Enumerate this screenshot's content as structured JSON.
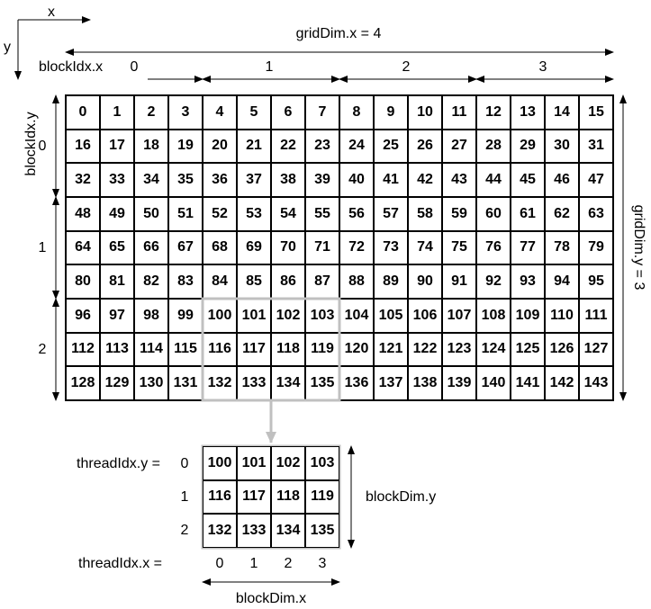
{
  "axes": {
    "x_label": "x",
    "y_label": "y"
  },
  "grid_dim_x_label": "gridDim.x = 4",
  "grid_dim_y_label": "gridDim.y = 3",
  "block_idx_x_label": "blockIdx.x",
  "block_idx_y_label": "blockIdx.y",
  "block_idx_x_values": [
    "0",
    "1",
    "2",
    "3"
  ],
  "block_idx_y_values": [
    "0",
    "1",
    "2"
  ],
  "grid": {
    "cols": 16,
    "rows": 9,
    "block_cols": 4,
    "block_rows": 3,
    "highlight_block": [
      1,
      2
    ]
  },
  "detail_block": {
    "thread_idx_y_label": "threadIdx.y =",
    "thread_idx_x_label": "threadIdx.x =",
    "thread_idx_y_values": [
      "0",
      "1",
      "2"
    ],
    "thread_idx_x_values": [
      "0",
      "1",
      "2",
      "3"
    ],
    "block_dim_x_label": "blockDim.x",
    "block_dim_y_label": "blockDim.y",
    "cells": [
      100,
      101,
      102,
      103,
      116,
      117,
      118,
      119,
      132,
      133,
      134,
      135
    ]
  },
  "colors": {
    "line": "#000000",
    "highlight": "#c0c0c0"
  }
}
